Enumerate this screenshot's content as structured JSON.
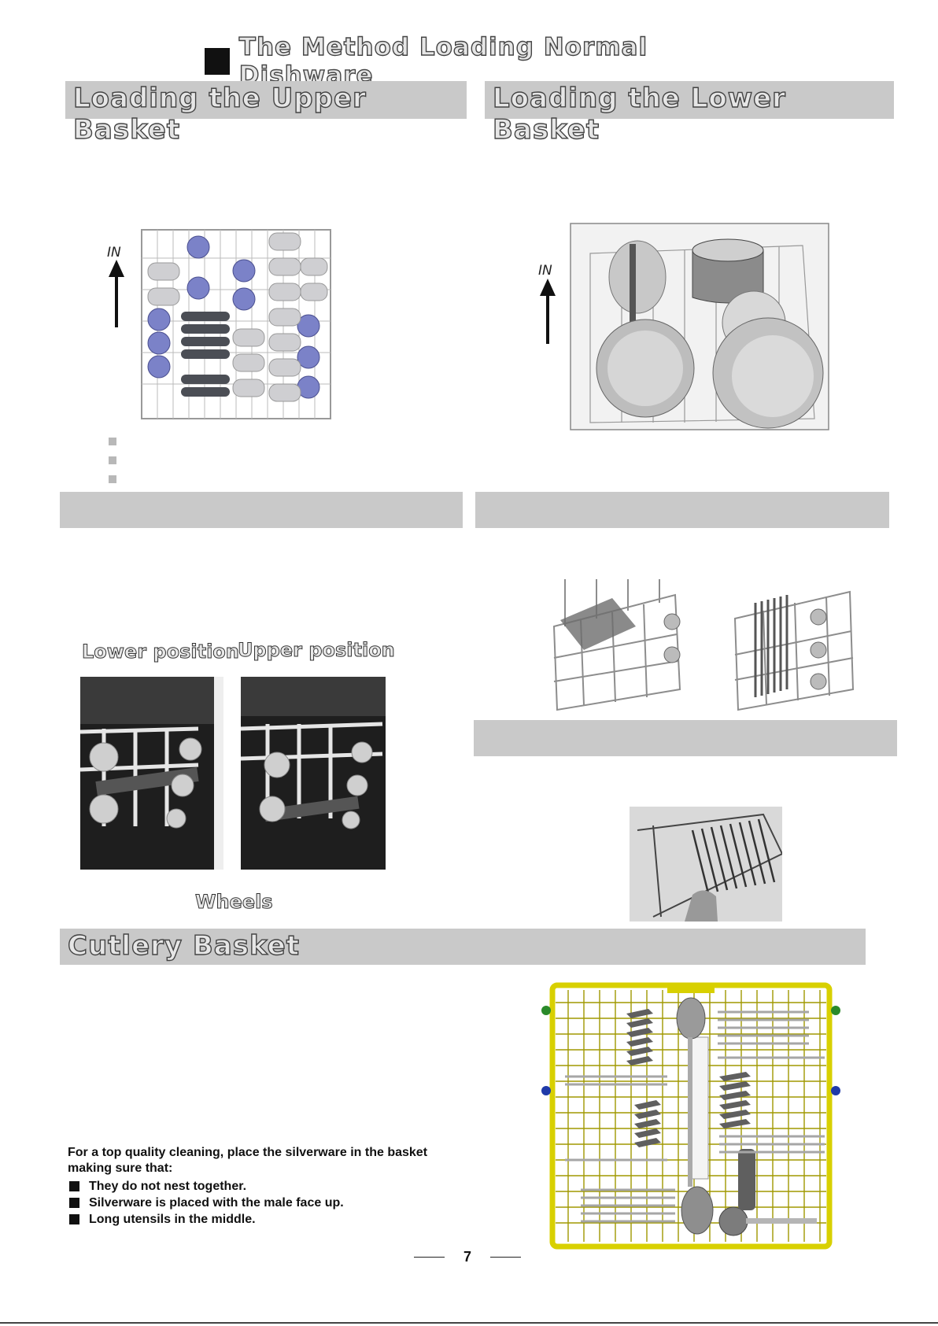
{
  "title": "The Method Loading Normal Dishware",
  "sections": {
    "upper_basket": "Loading the Upper Basket",
    "lower_basket": "Loading the Lower Basket",
    "cutlery_basket": "Cutlery Basket"
  },
  "direction_label": "IN",
  "wheel_labels": {
    "lower": "Lower position",
    "upper": "Upper position",
    "caption": "Wheels"
  },
  "cutlery": {
    "intro": "For a  top quality cleaning, place the silverware in the basket making sure that:",
    "bullets": [
      "They do not nest together.",
      "Silverware is placed  with the male face up.",
      "Long utensils in the middle."
    ]
  },
  "page_number": "7"
}
